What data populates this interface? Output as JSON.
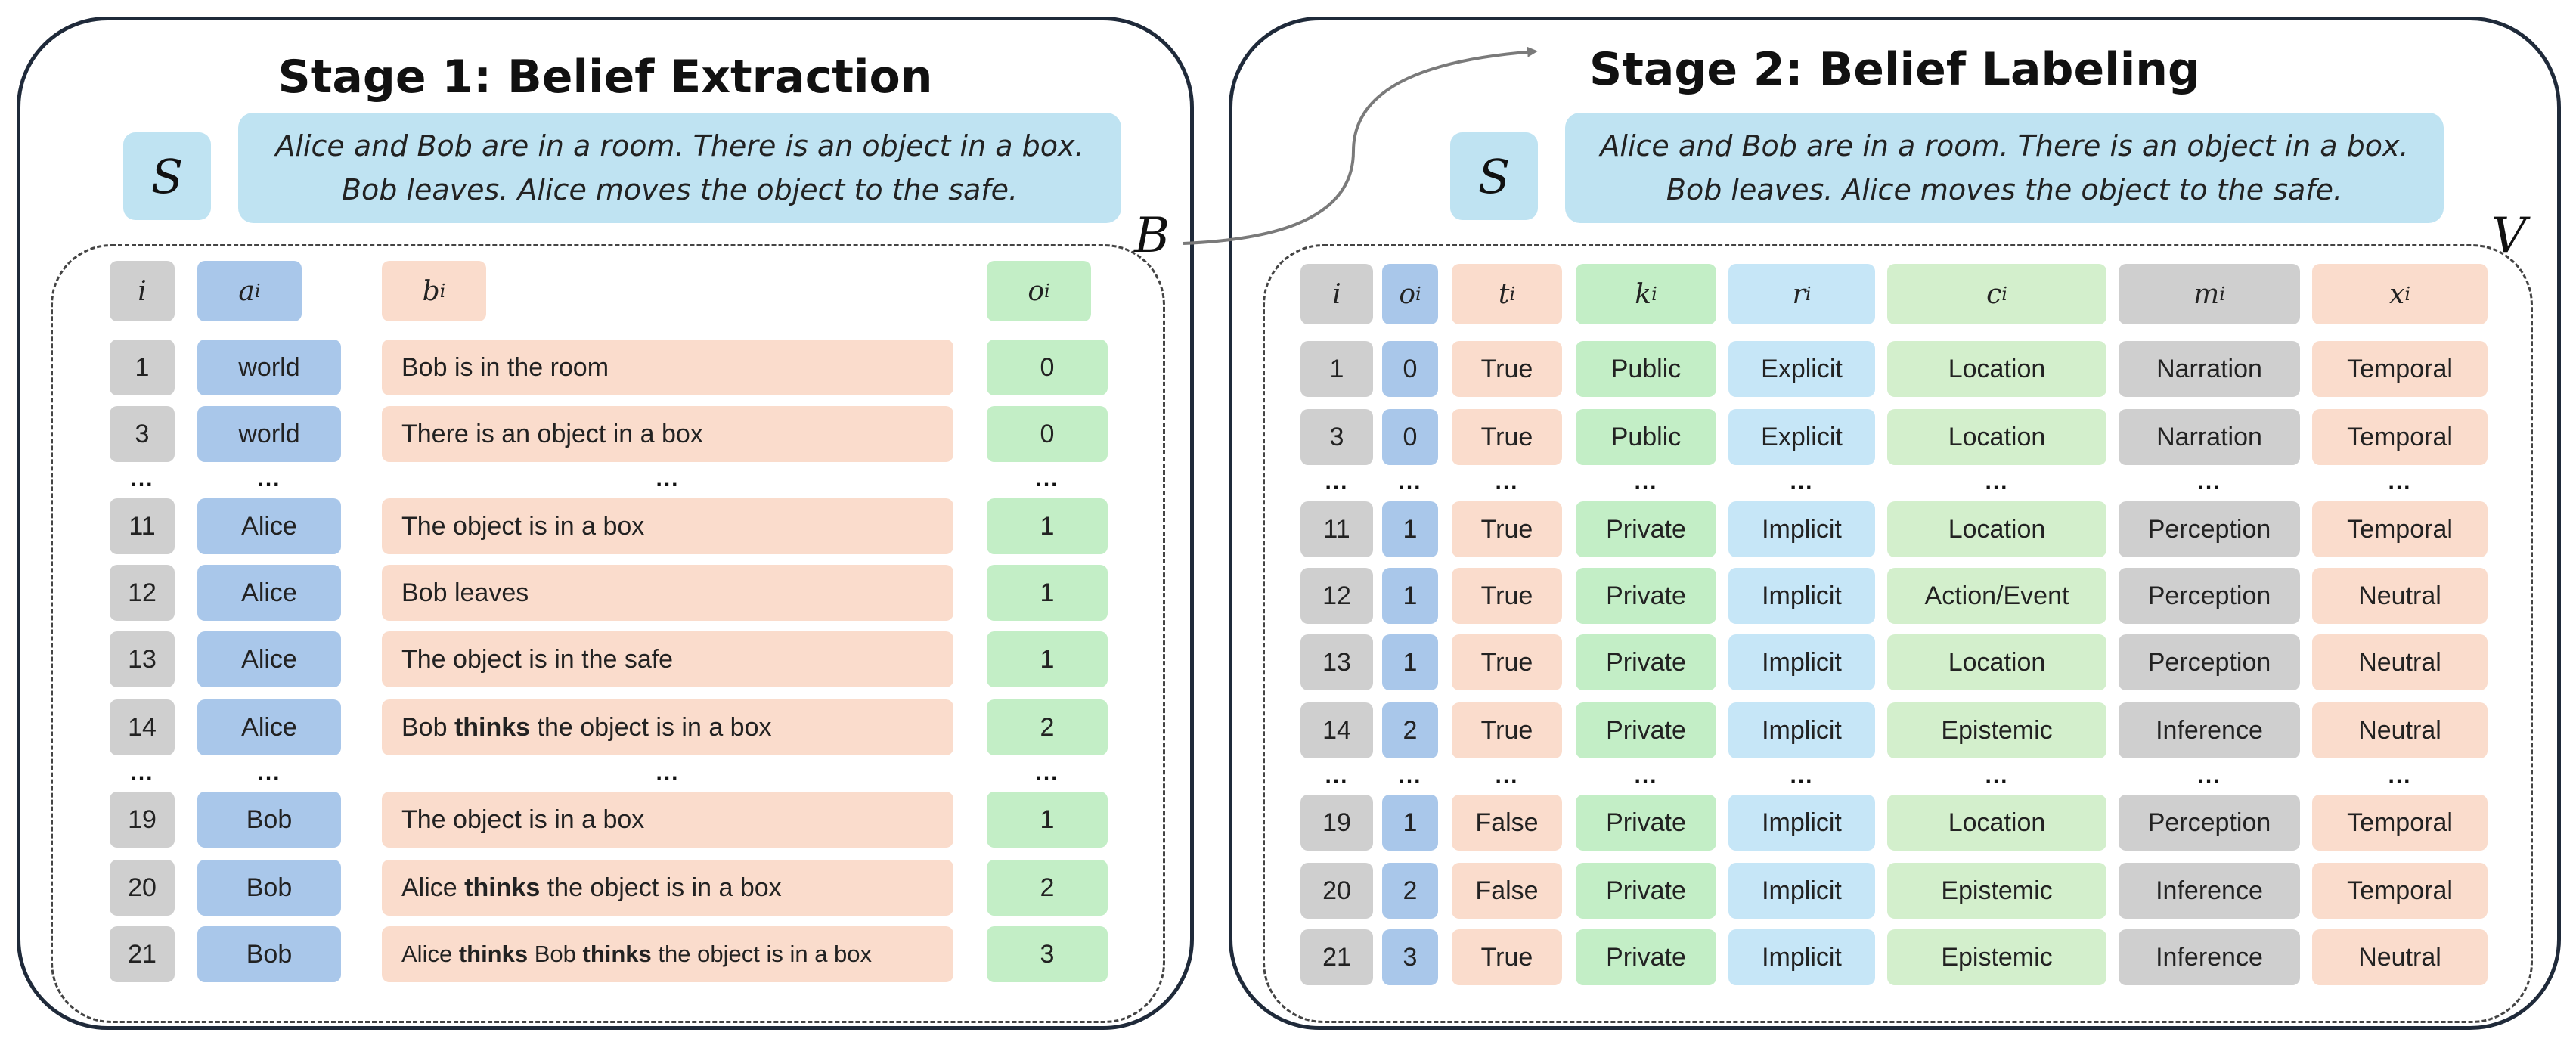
{
  "stage1": {
    "title": "Stage 1: Belief Extraction",
    "s_label": "S",
    "story_line1": "Alice and Bob are in a room. There is an object in a box.",
    "story_line2": "Bob leaves. Alice moves the object to the safe.",
    "output_label": "B",
    "headers": {
      "i": "i",
      "a": "a",
      "a_sub": "i",
      "b": "b",
      "b_sub": "i",
      "o": "o",
      "o_sub": "i"
    },
    "ellipsis": "...",
    "rows": [
      {
        "i": "1",
        "a": "world",
        "b": "Bob is in the room",
        "o": "0"
      },
      {
        "i": "3",
        "a": "world",
        "b": "There is an object in a box",
        "o": "0"
      },
      {
        "i": "11",
        "a": "Alice",
        "b": "The object is in a box",
        "o": "1"
      },
      {
        "i": "12",
        "a": "Alice",
        "b": "Bob leaves",
        "o": "1"
      },
      {
        "i": "13",
        "a": "Alice",
        "b": "The object is in the safe",
        "o": "1"
      },
      {
        "i": "14",
        "a": "Alice",
        "b_pre": "Bob ",
        "b_bold": "thinks",
        "b_post": " the object is in a box",
        "o": "2"
      },
      {
        "i": "19",
        "a": "Bob",
        "b": "The object is in a box",
        "o": "1"
      },
      {
        "i": "20",
        "a": "Bob",
        "b_pre": "Alice ",
        "b_bold": "thinks",
        "b_post": " the object is in a box",
        "o": "2"
      },
      {
        "i": "21",
        "a": "Bob",
        "b_pre": "Alice ",
        "b_bold": "thinks",
        "b_mid": " Bob ",
        "b_bold2": "thinks",
        "b_post": " the object is in a box",
        "o": "3"
      }
    ]
  },
  "stage2": {
    "title": "Stage 2: Belief Labeling",
    "s_label": "S",
    "story_line1": "Alice and Bob are in a room. There is an object in a box.",
    "story_line2": "Bob leaves. Alice moves the object to the safe.",
    "output_label": "V",
    "headers": {
      "i": "i",
      "o": "o",
      "t": "t",
      "k": "k",
      "r": "r",
      "c": "c",
      "m": "m",
      "x": "x",
      "sub": "i"
    },
    "ellipsis": "...",
    "rows": [
      {
        "i": "1",
        "o": "0",
        "t": "True",
        "k": "Public",
        "r": "Explicit",
        "c": "Location",
        "m": "Narration",
        "x": "Temporal"
      },
      {
        "i": "3",
        "o": "0",
        "t": "True",
        "k": "Public",
        "r": "Explicit",
        "c": "Location",
        "m": "Narration",
        "x": "Temporal"
      },
      {
        "i": "11",
        "o": "1",
        "t": "True",
        "k": "Private",
        "r": "Implicit",
        "c": "Location",
        "m": "Perception",
        "x": "Temporal"
      },
      {
        "i": "12",
        "o": "1",
        "t": "True",
        "k": "Private",
        "r": "Implicit",
        "c": "Action/Event",
        "m": "Perception",
        "x": "Neutral"
      },
      {
        "i": "13",
        "o": "1",
        "t": "True",
        "k": "Private",
        "r": "Implicit",
        "c": "Location",
        "m": "Perception",
        "x": "Neutral"
      },
      {
        "i": "14",
        "o": "2",
        "t": "True",
        "k": "Private",
        "r": "Implicit",
        "c": "Epistemic",
        "m": "Inference",
        "x": "Neutral"
      },
      {
        "i": "19",
        "o": "1",
        "t": "False",
        "k": "Private",
        "r": "Implicit",
        "c": "Location",
        "m": "Perception",
        "x": "Temporal"
      },
      {
        "i": "20",
        "o": "2",
        "t": "False",
        "k": "Private",
        "r": "Implicit",
        "c": "Epistemic",
        "m": "Inference",
        "x": "Temporal"
      },
      {
        "i": "21",
        "o": "3",
        "t": "True",
        "k": "Private",
        "r": "Implicit",
        "c": "Epistemic",
        "m": "Inference",
        "x": "Neutral"
      }
    ]
  },
  "colors": {
    "gray": "#cfcfcf",
    "blue": "#a9c7ea",
    "peach": "#fadccc",
    "green": "#c3eec6",
    "light_blue": "#c6e6f7",
    "story": "#bfe3f2",
    "border": "#1f2a3a"
  }
}
